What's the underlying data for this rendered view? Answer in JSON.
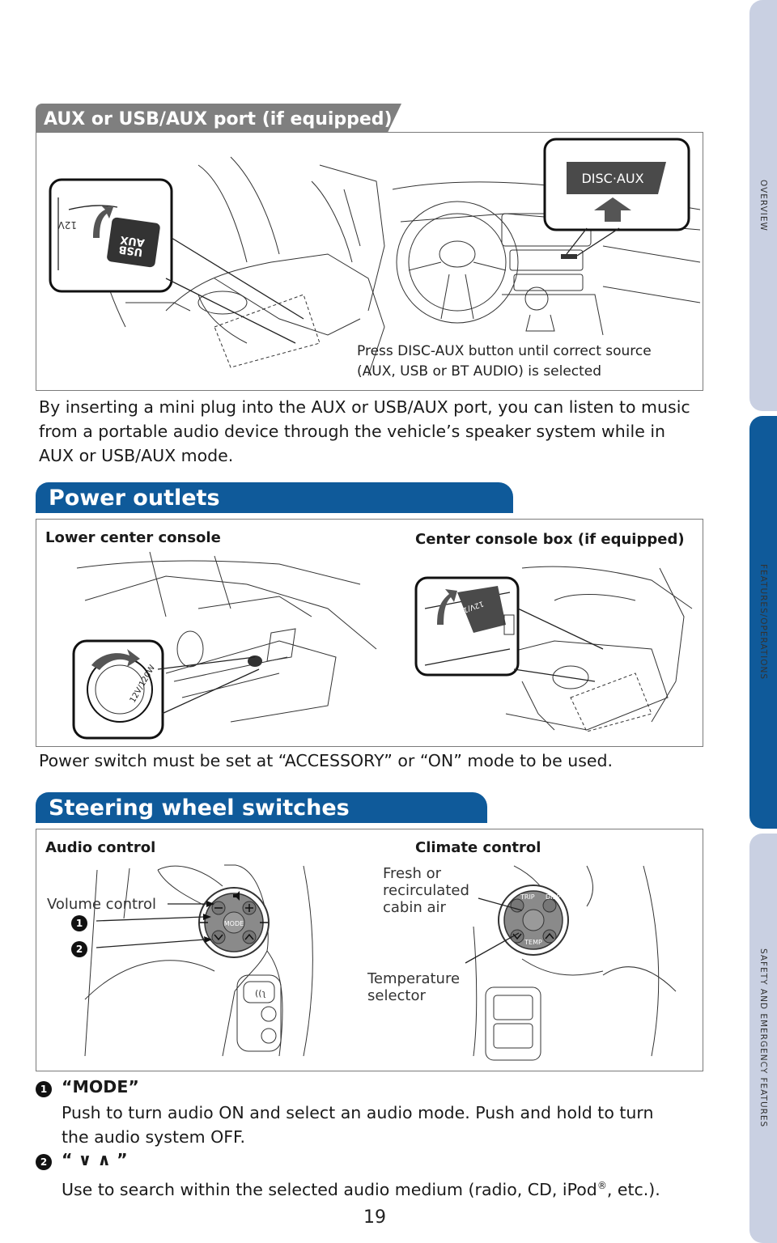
{
  "side_tabs": [
    {
      "label": "OVERVIEW",
      "active": false
    },
    {
      "label": "FEATURES/OPERATIONS",
      "active": true
    },
    {
      "label": "SAFETY AND EMERGENCY FEATURES",
      "active": false
    }
  ],
  "aux_section": {
    "title": "AUX or USB/AUX port (if equipped)",
    "button_label": "DISC·AUX",
    "port_label_1": "USB",
    "port_label_2": "AUX",
    "port_voltage": "12V",
    "caption_line1": "Press DISC-AUX button until correct source",
    "caption_line2": "(AUX, USB or BT AUDIO) is selected",
    "paragraph": "By inserting a mini plug into the AUX or USB/AUX port, you can listen to music from a portable audio device through the vehicle’s speaker system while in AUX or USB/AUX mode."
  },
  "power_section": {
    "title": "Power outlets",
    "left_label": "Lower center console",
    "right_label": "Center console box (if equipped)",
    "outlet_label": "12V/120W",
    "note": "Power switch must be set at “ACCESSORY” or “ON” mode to be used."
  },
  "steering_section": {
    "title": "Steering wheel switches",
    "audio_label": "Audio control",
    "climate_label": "Climate control",
    "volume_label": "Volume control",
    "fresh_line1": "Fresh or",
    "fresh_line2": "recirculated",
    "fresh_line3": "cabin air",
    "temp_line1": "Temperature",
    "temp_line2": "selector",
    "mode_button": "MODE",
    "trip_button": "TRIP",
    "disp_button": "DISP",
    "temp_button": "TEMP",
    "marker_1": "1",
    "marker_2": "2"
  },
  "items": [
    {
      "number": "1",
      "title": "“MODE”",
      "desc_line1": "Push to turn audio ON and select an audio mode. Push and hold to turn",
      "desc_line2": "the audio system OFF."
    },
    {
      "number": "2",
      "title": "“ ∨ ∧ ”",
      "desc_pre": "Use to search within the selected audio medium (radio, CD, iPod",
      "desc_reg": "®",
      "desc_post": ", etc.)."
    }
  ],
  "page_number": "19",
  "colors": {
    "accent_blue": "#0f5a9a",
    "gray_header": "#7f7f7f",
    "tab_inactive": "#c9d0e2"
  }
}
